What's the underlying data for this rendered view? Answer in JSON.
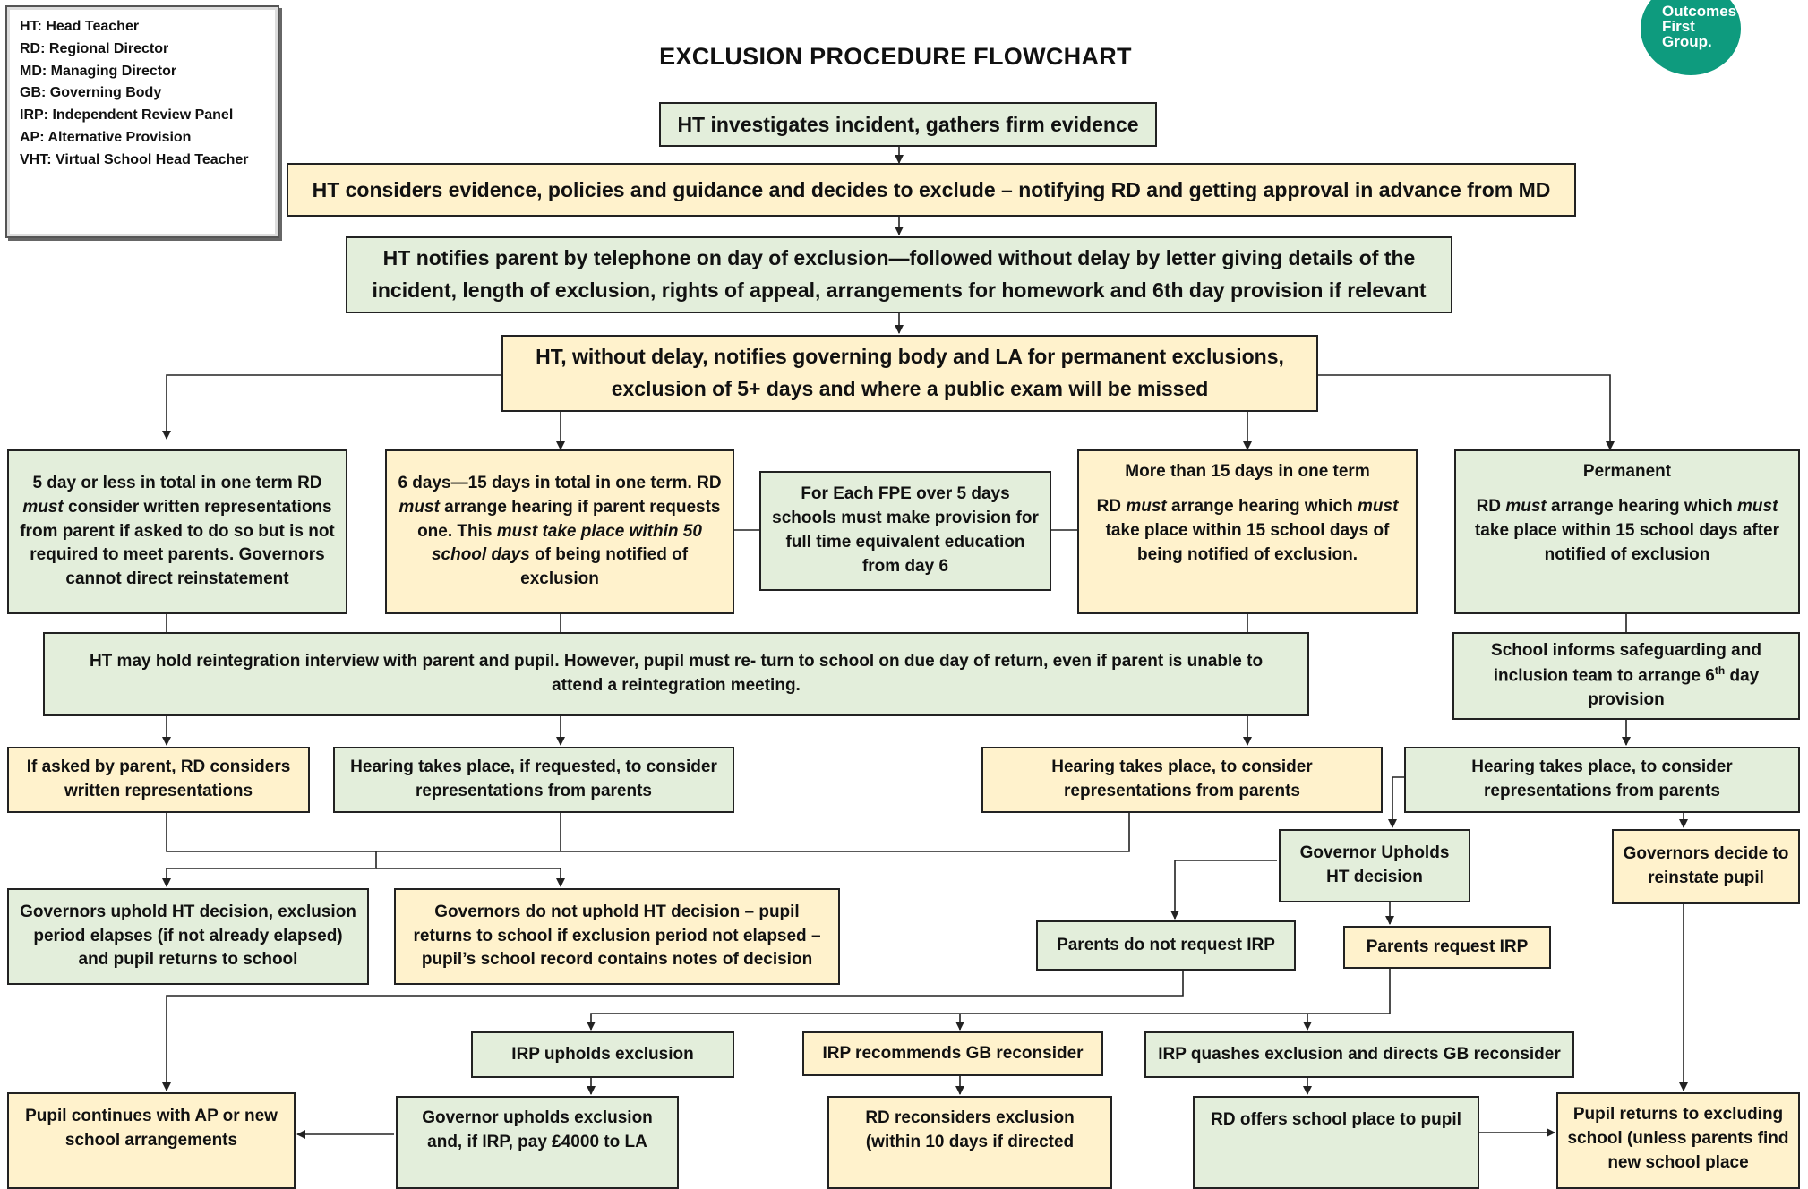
{
  "title": "EXCLUSION PROCEDURE FLOWCHART",
  "logo": {
    "line1": "Outcomes",
    "line2": "First",
    "line3": "Group."
  },
  "legend": [
    "HT: Head Teacher",
    "RD: Regional Director",
    "MD: Managing Director",
    "GB: Governing Body",
    "IRP: Independent Review Panel",
    "AP: Alternative Provision",
    "VHT: Virtual School Head Teacher"
  ],
  "colors": {
    "green_box": "#e3eedb",
    "yellow_box": "#fff2cc",
    "logo": "#0e9b7e",
    "border": "#222222"
  },
  "nodes": {
    "investigate": "HT investigates incident, gathers firm evidence",
    "consider": "HT considers evidence, policies and guidance and decides to exclude – notifying RD and getting approval in advance from MD",
    "notify_parent": "HT notifies parent by telephone on day of exclusion—followed without delay by letter giving details of the incident, length of exclusion, rights of appeal, arrangements for homework and 6th day provision if relevant",
    "notify_gb": "HT, without delay, notifies governing body and LA for permanent exclusions, exclusion of 5+ days and where a public exam will be missed",
    "five_days": {
      "a": "5 day or less in total in one term   RD",
      "em": "must",
      "b": " consider written representations from parent if asked to do so but is not required to meet parents. Governors cannot direct reinstatement"
    },
    "six_fifteen": {
      "a": "6 days—15 days in total in one term. RD ",
      "em1": "must",
      "b": " arrange hearing if parent requests one. This ",
      "em2": "must take place within 50 school days",
      "c": " of being notified of exclusion"
    },
    "fpe": "For Each FPE over 5 days schools must make provision for full time equivalent education from day 6",
    "over_fifteen": {
      "head": "More than 15 days in one term",
      "a": "RD ",
      "em1": "must",
      "b": " arrange hearing which ",
      "em2": "must",
      "c": " take place within 15 school days of being notified of exclusion."
    },
    "permanent": {
      "head": "Permanent",
      "a": "RD ",
      "em1": "must",
      "b": " arrange hearing which ",
      "em2": "must",
      "c": " take place within 15 school days after notified of exclusion"
    },
    "reintegration": "HT may hold reintegration interview with parent and pupil. However, pupil must re- turn to school on due day of return, even if parent is unable to attend a reintegration meeting.",
    "safeguarding": {
      "a": "School informs safeguarding and inclusion team to arrange 6",
      "sup": "th",
      "b": " day provision"
    },
    "rd_considers": "If asked by parent, RD considers written representations",
    "hearing_requested": "Hearing takes place, if requested, to consider representations from parents",
    "hearing_a": "Hearing takes place, to consider representations from parents",
    "hearing_b": "Hearing takes place, to consider representations from parents",
    "gov_upholds_ht": "Governor Upholds HT decision",
    "gov_reinstate": "Governors decide to reinstate pupil",
    "govs_uphold_elapse": "Governors uphold HT decision, exclusion period elapses (if not already elapsed) and pupil returns to school",
    "govs_not_uphold": "Governors do not uphold HT decision – pupil returns to school if exclusion period not elapsed – pupil’s school record contains notes of decision",
    "parents_no_irp": "Parents do not request IRP",
    "parents_irp": "Parents request IRP",
    "irp_upholds": "IRP upholds exclusion",
    "irp_recommends": "IRP recommends GB reconsider",
    "irp_quashes": "IRP quashes exclusion and directs GB reconsider",
    "pupil_ap": "Pupil continues with AP or new school arrangements",
    "gov_upholds_exclusion": "Governor upholds exclusion and, if IRP, pay £4000 to LA",
    "rd_reconsiders": "RD reconsiders exclusion (within 10 days if directed",
    "rd_offers": "RD offers school place to pupil",
    "pupil_returns": "Pupil returns to excluding school (unless parents find new school place"
  }
}
